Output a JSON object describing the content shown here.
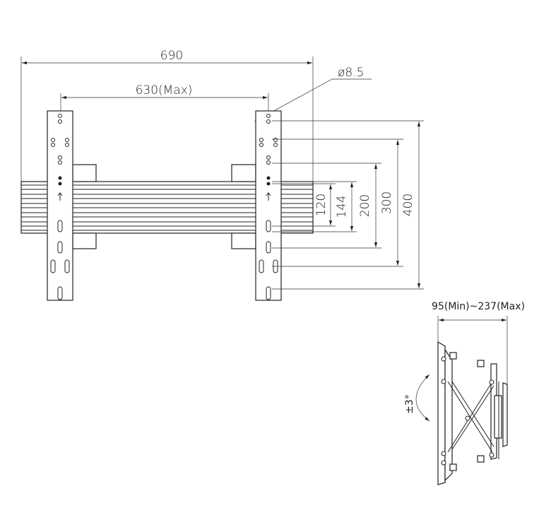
{
  "front_view": {
    "overall_width": "690",
    "hole_span": "630(Max)",
    "hole_diameter": "ø8.5",
    "vertical_spacings": [
      "120",
      "144",
      "200",
      "300",
      "400"
    ]
  },
  "side_view": {
    "depth_range": "95(Min)~237(Max)",
    "tilt": "±3°"
  }
}
